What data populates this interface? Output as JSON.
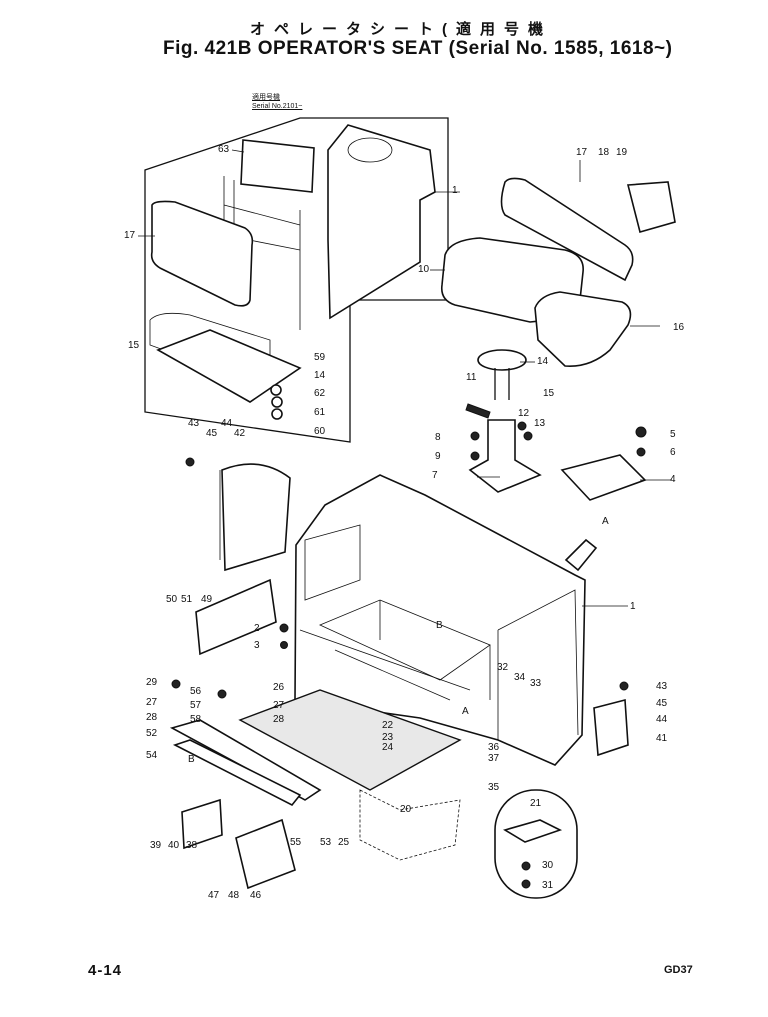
{
  "header": {
    "title_jp": "オペレータシート(適用号機",
    "title_en": "Fig. 421B  OPERATOR'S SEAT (Serial No. 1585, 1618~)"
  },
  "inset": {
    "serial_jp": "適用号機",
    "serial_en": "Serial No.2101~"
  },
  "footer": {
    "page": "4-14",
    "code": "GD37"
  },
  "view_marks": {
    "arrow_a": "A",
    "b_label": "B",
    "b_mark": "B",
    "a_mark": "A"
  },
  "callouts": [
    "63",
    "1",
    "17",
    "15",
    "59",
    "14",
    "62",
    "61",
    "60",
    "17",
    "18",
    "19",
    "10",
    "16",
    "14",
    "15",
    "11",
    "12",
    "13",
    "8",
    "9",
    "7",
    "5",
    "6",
    "4",
    "43",
    "45",
    "44",
    "42",
    "50",
    "51",
    "49",
    "2",
    "3",
    "1",
    "29",
    "27",
    "28",
    "52",
    "54",
    "56",
    "57",
    "58",
    "26",
    "27",
    "28",
    "22",
    "23",
    "24",
    "32",
    "34",
    "33",
    "43",
    "45",
    "44",
    "41",
    "36",
    "37",
    "35",
    "20",
    "21",
    "30",
    "31",
    "39",
    "40",
    "38",
    "55",
    "53",
    "25",
    "47",
    "48",
    "46"
  ]
}
